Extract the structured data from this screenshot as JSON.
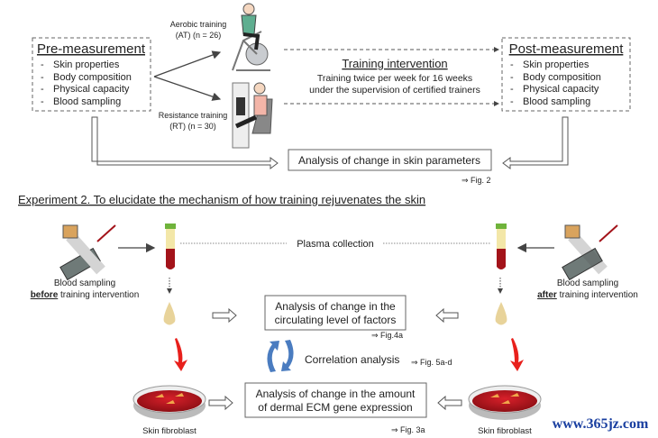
{
  "experiment1": {
    "pre": {
      "title": "Pre-measurement",
      "items": [
        "Skin properties",
        "Body composition",
        "Physical capacity",
        "Blood sampling"
      ]
    },
    "post": {
      "title": "Post-measurement",
      "items": [
        "Skin properties",
        "Body composition",
        "Physical capacity",
        "Blood sampling"
      ]
    },
    "aerobic": {
      "line1": "Aerobic training",
      "line2": "(AT) (n = 26)"
    },
    "resistance": {
      "line1": "Resistance training",
      "line2": "(RT) (n = 30)"
    },
    "intervention": {
      "title": "Training intervention",
      "line1": "Training twice per week for 16 weeks",
      "line2": "under the supervision of certified trainers"
    },
    "analysis": {
      "label": "Analysis of change in skin parameters",
      "ref": "⇒ Fig. 2"
    }
  },
  "experiment2": {
    "title": "Experiment 2. To elucidate the mechanism of how training rejuvenates the skin",
    "plasma": "Plasma collection",
    "before": {
      "line1": "Blood sampling",
      "bold": "before",
      "rest": " training intervention"
    },
    "after": {
      "line1": "Blood sampling",
      "bold": "after",
      "rest": " training intervention"
    },
    "factors": {
      "line1": "Analysis of change in the",
      "line2": "circulating level of factors",
      "ref": "⇒ Fig.4a"
    },
    "correlation": {
      "label": "Correlation analysis",
      "ref": "⇒ Fig. 5a-d"
    },
    "ecm": {
      "line1": "Analysis of change in the amount",
      "line2": "of dermal ECM gene expression",
      "ref": "⇒ Fig. 3a"
    },
    "fibroblast_left": "Skin fibroblast",
    "fibroblast_right": "Skin fibroblast"
  },
  "watermark": "www.365jz.com",
  "colors": {
    "blood": "#a3131a",
    "plasma": "#f3e7a8",
    "red_arrow": "#e8201c",
    "blue_arrow": "#4a7cc0",
    "watermark": "#1a3fa0"
  }
}
